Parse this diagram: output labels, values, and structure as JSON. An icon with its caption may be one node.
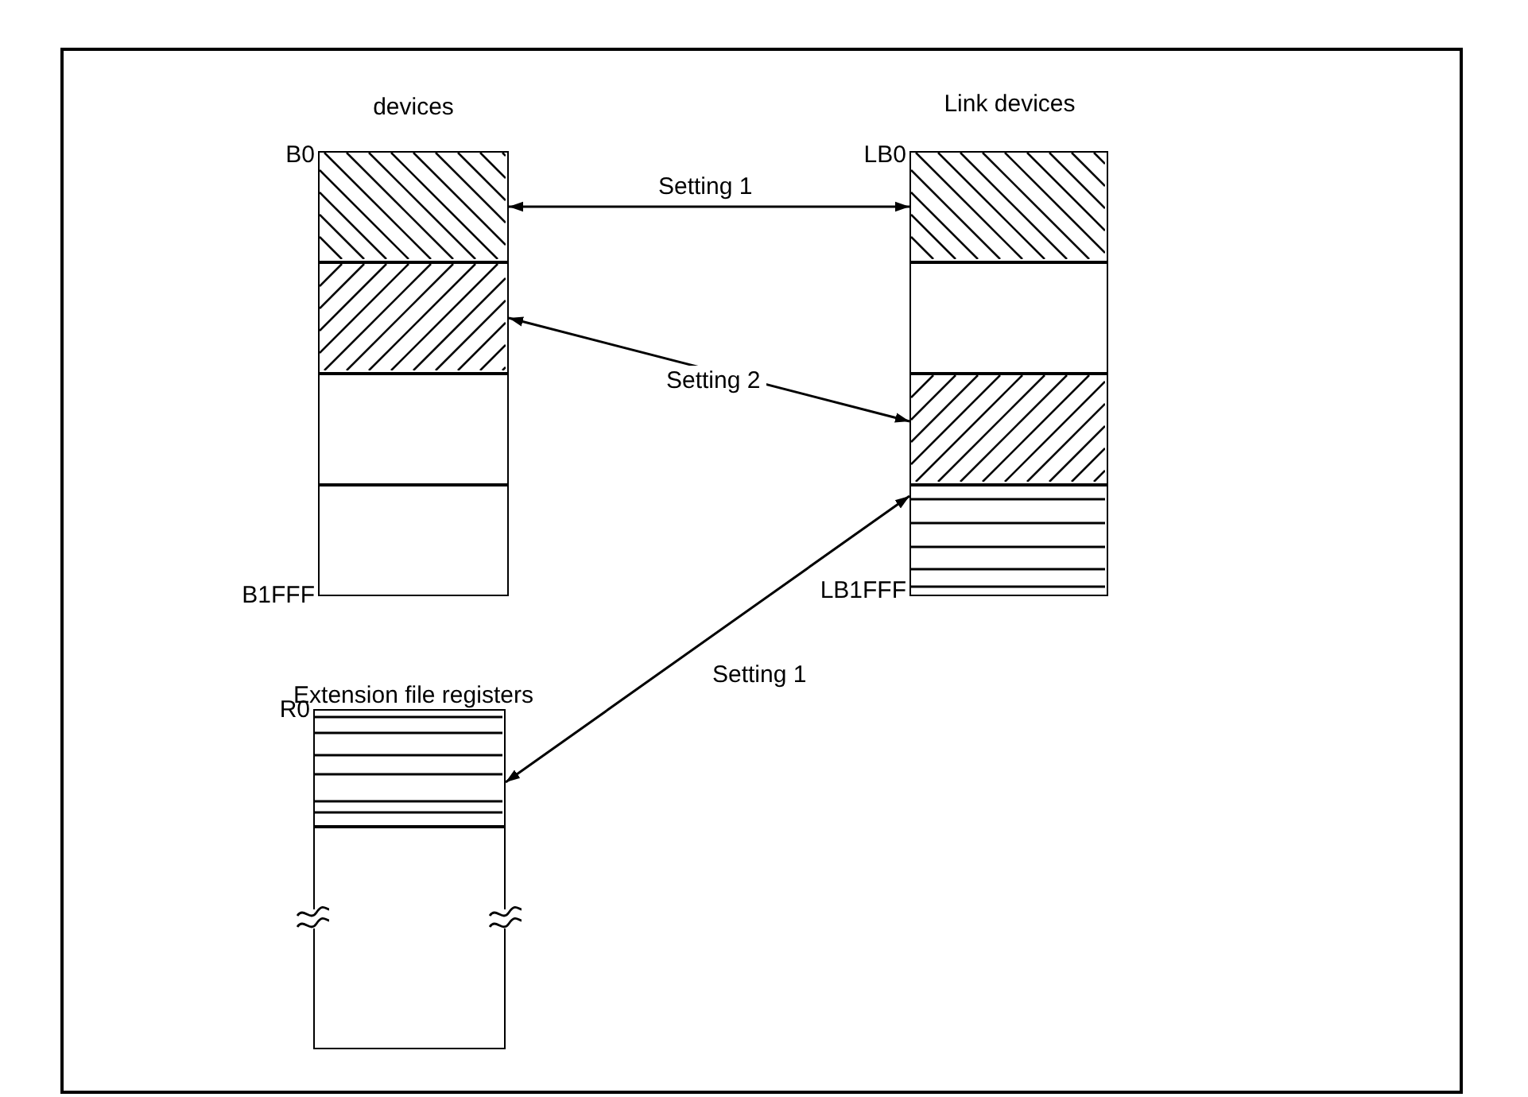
{
  "diagram": {
    "nodes": [
      {
        "text": [
          "devices"
        ]
      },
      {
        "text": [],
        "shape": "box",
        "in": 0
      },
      {
        "text": [],
        "shape": "box",
        "in": 0
      },
      {
        "text": [],
        "shape": "box",
        "in": 0
      },
      {
        "text": [],
        "shape": "box",
        "in": 0
      },
      {
        "text": [
          "Link devices"
        ]
      },
      {
        "text": [],
        "shape": "box",
        "in": 5
      },
      {
        "text": [],
        "shape": "box",
        "in": 5
      },
      {
        "text": [],
        "shape": "box",
        "in": 5
      },
      {
        "text": [],
        "shape": "box",
        "in": 5
      },
      {
        "text": [
          "Extension file registers"
        ]
      },
      {
        "text": [],
        "shape": "box",
        "in": 10
      },
      {
        "text": [],
        "shape": "box",
        "in": 10
      }
    ],
    "edges": [
      {
        "from": 1,
        "to": 6,
        "arrow": "both",
        "label": "Setting 1"
      },
      {
        "from": 2,
        "to": 8,
        "arrow": "both",
        "label": "Setting 2"
      },
      {
        "from": 9,
        "to": 11,
        "arrow": "both",
        "label": "Setting 1"
      }
    ],
    "labels": [
      "B0",
      "LB0",
      "B1FFF",
      "LB1FFF",
      "R0"
    ]
  }
}
